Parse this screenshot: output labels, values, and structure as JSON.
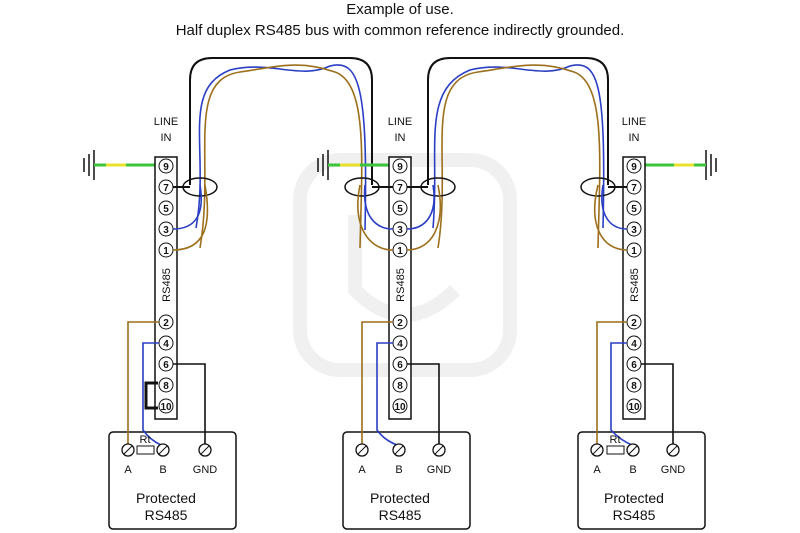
{
  "title": {
    "line1": "Example of use.",
    "line2": "Half duplex RS485 bus with common reference indirectly grounded."
  },
  "modules": [
    {
      "line_label": [
        "LINE",
        "IN"
      ],
      "rs_label": "RS485",
      "pins": [
        "9",
        "7",
        "5",
        "3",
        "1",
        "2",
        "4",
        "6",
        "8",
        "10"
      ],
      "device": {
        "terminals": [
          "A",
          "B",
          "GND"
        ],
        "resistor": "Rt",
        "name": [
          "Protected",
          "RS485"
        ]
      }
    },
    {
      "line_label": [
        "LINE",
        "IN"
      ],
      "rs_label": "RS485",
      "pins": [
        "9",
        "7",
        "5",
        "3",
        "1",
        "2",
        "4",
        "6",
        "8",
        "10"
      ],
      "device": {
        "terminals": [
          "A",
          "B",
          "GND"
        ],
        "resistor": "",
        "name": [
          "Protected",
          "RS485"
        ]
      }
    },
    {
      "line_label": [
        "LINE",
        "IN"
      ],
      "rs_label": "RS485",
      "pins": [
        "9",
        "7",
        "5",
        "3",
        "1",
        "2",
        "4",
        "6",
        "8",
        "10"
      ],
      "device": {
        "terminals": [
          "A",
          "B",
          "GND"
        ],
        "resistor": "Rt",
        "name": [
          "Protected",
          "RS485"
        ]
      }
    }
  ],
  "colors": {
    "wire_blue": "#2b3fc4",
    "wire_brown": "#9c6f1c",
    "wire_black": "#111111",
    "ground_green": "#3cc43c",
    "ground_yellow": "#e8e02a"
  }
}
